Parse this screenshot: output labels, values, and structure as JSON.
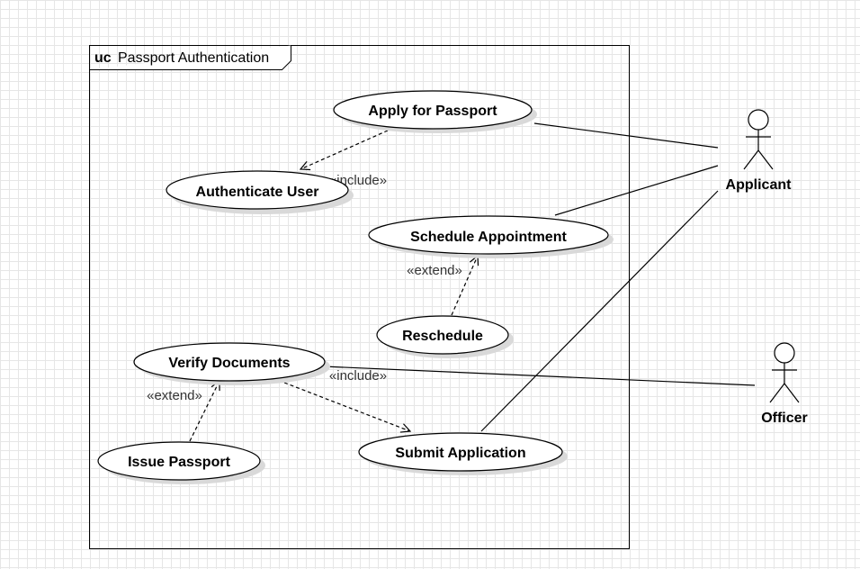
{
  "frame": {
    "keyword": "uc",
    "title": "Passport Authentication"
  },
  "use_cases": {
    "apply": "Apply for Passport",
    "authenticate": "Authenticate User",
    "schedule": "Schedule Appointment",
    "reschedule": "Reschedule",
    "verify": "Verify Documents",
    "issue": "Issue Passport",
    "submit": "Submit Application"
  },
  "actors": {
    "applicant": "Applicant",
    "officer": "Officer"
  },
  "relations": {
    "apply_auth": "«include»",
    "resched_sched": "«extend»",
    "issue_verify": "«extend»",
    "verify_submit": "«include»"
  },
  "colors": {
    "stroke": "#000000",
    "shadow": "#d9d9d9",
    "fill": "#ffffff",
    "grid": "#e6e6e6"
  }
}
